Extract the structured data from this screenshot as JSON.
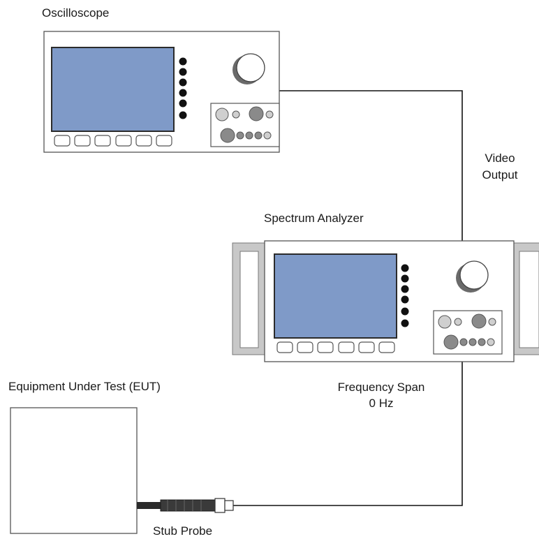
{
  "labels": {
    "oscilloscope": "Oscilloscope",
    "spectrum_analyzer": "Spectrum Analyzer",
    "video_output_line1": "Video",
    "video_output_line2": "Output",
    "frequency_span_line1": "Frequency Span",
    "frequency_span_line2": "0 Hz",
    "eut": "Equipment Under Test (EUT)",
    "stub_probe": "Stub Probe"
  },
  "colors": {
    "screen": "#7f9ac8",
    "screen_border": "#2b2b2b",
    "instrument_outline": "#555555",
    "knob": "#ffffff",
    "knob_shadow": "#6a6a6a",
    "button_dot": "#111111",
    "control_light": "#cfcfcf",
    "control_dark": "#8a8a8a",
    "handle": "#c8c8c8",
    "cable": "#111111",
    "probe_body": "#2a2a2a"
  },
  "icons": {
    "oscilloscope": "instrument-icon",
    "spectrum_analyzer": "instrument-icon",
    "probe": "probe-icon"
  }
}
